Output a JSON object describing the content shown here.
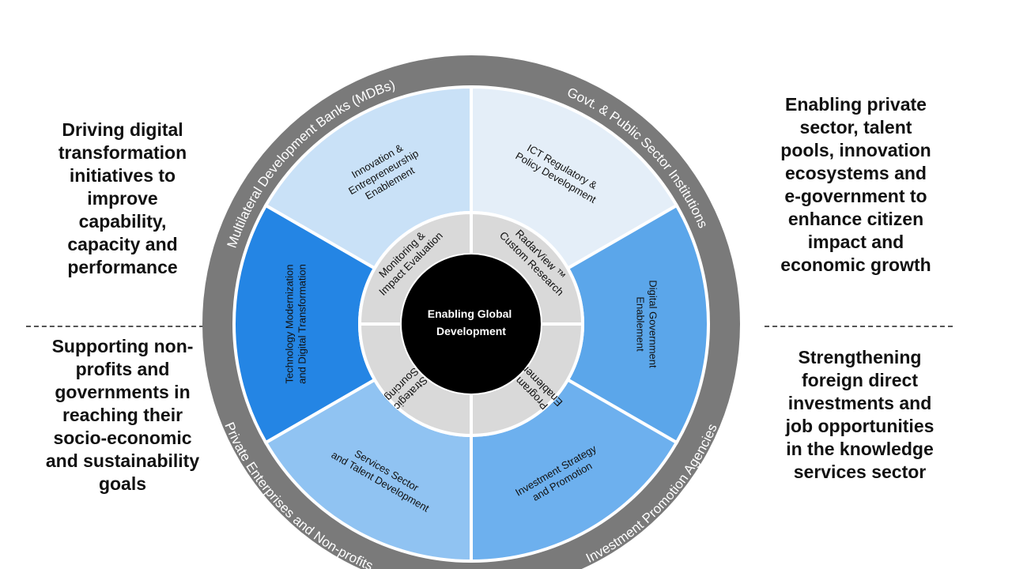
{
  "side_texts": {
    "top_left": [
      "Driving digital",
      "transformation",
      "initiatives to",
      "improve",
      "capability,",
      "capacity and",
      "performance"
    ],
    "top_right": [
      "Enabling private",
      "sector, talent",
      "pools, innovation",
      "ecosystems and",
      "e-government to",
      "enhance citizen",
      "impact and",
      "economic growth"
    ],
    "bottom_left": [
      "Supporting non-",
      "profits and",
      "governments in",
      "reaching their",
      "socio-economic",
      "and sustainability",
      "goals"
    ],
    "bottom_right": [
      "Strengthening",
      "foreign direct",
      "investments and",
      "job opportunities",
      "in the knowledge",
      "services sector"
    ]
  },
  "outer_ring": [
    "Multilateral Development Banks (MDBs)",
    "Govt. & Public Sector Institutions",
    "Investment Promotion Agencies",
    "Private Enterprises and Non-profits"
  ],
  "segments": [
    {
      "lines": [
        "Innovation &",
        "Entrepreneurship",
        "Enablement"
      ],
      "color": "#c9e1f7"
    },
    {
      "lines": [
        "ICT Regulatory &",
        "Policy Development"
      ],
      "color": "#e4eef8"
    },
    {
      "lines": [
        "Digital Government",
        "Enablement"
      ],
      "color": "#5ba6ea"
    },
    {
      "lines": [
        "Investment Strategy",
        "and Promotion"
      ],
      "color": "#6db0ee"
    },
    {
      "lines": [
        "Services Sector",
        "and Talent Development"
      ],
      "color": "#90c3f2"
    },
    {
      "lines": [
        "Technology Modernization",
        "and Digital Transformation"
      ],
      "color": "#2485e4"
    }
  ],
  "inner_ring": [
    {
      "lines": [
        "Monitoring &",
        "Impact Evaluation"
      ]
    },
    {
      "lines": [
        "RadarView ™",
        "Custom Research"
      ]
    },
    {
      "lines": [
        "Program",
        "Enablement"
      ]
    },
    {
      "lines": [
        "Strategic",
        "Sourcing"
      ]
    }
  ],
  "center": [
    "Enabling Global",
    "Development"
  ],
  "colors": {
    "outer_ring": "#7a7a7a",
    "inner_ring": "#d9d9d9",
    "center": "#000000",
    "separator": "#ffffff"
  }
}
